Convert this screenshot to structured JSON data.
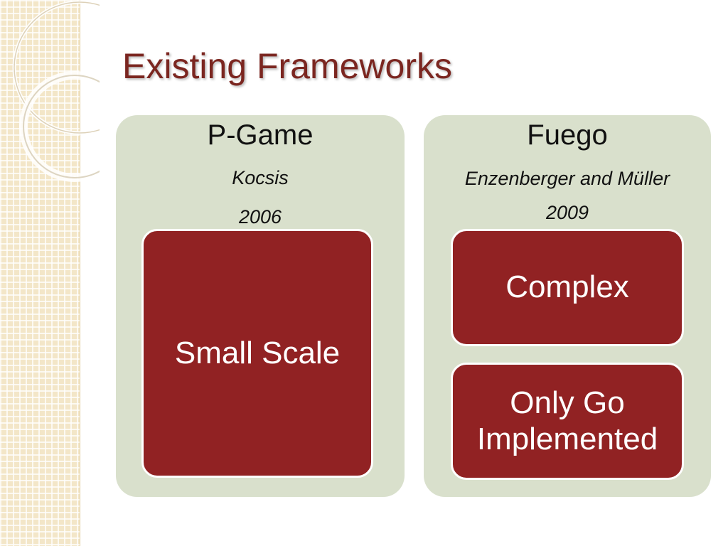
{
  "slide": {
    "title": "Existing Frameworks",
    "accent_color": "#7b2620",
    "card_color": "#912223",
    "panel_color": "#d9e0cc"
  },
  "frameworks": [
    {
      "name": "P-Game",
      "author": "Kocsis",
      "year": "2006",
      "notes": [
        "Small Scale"
      ]
    },
    {
      "name": "Fuego",
      "author": "Enzenberger and Müller",
      "year": "2009",
      "notes": [
        "Complex",
        "Only Go Implemented"
      ]
    }
  ]
}
